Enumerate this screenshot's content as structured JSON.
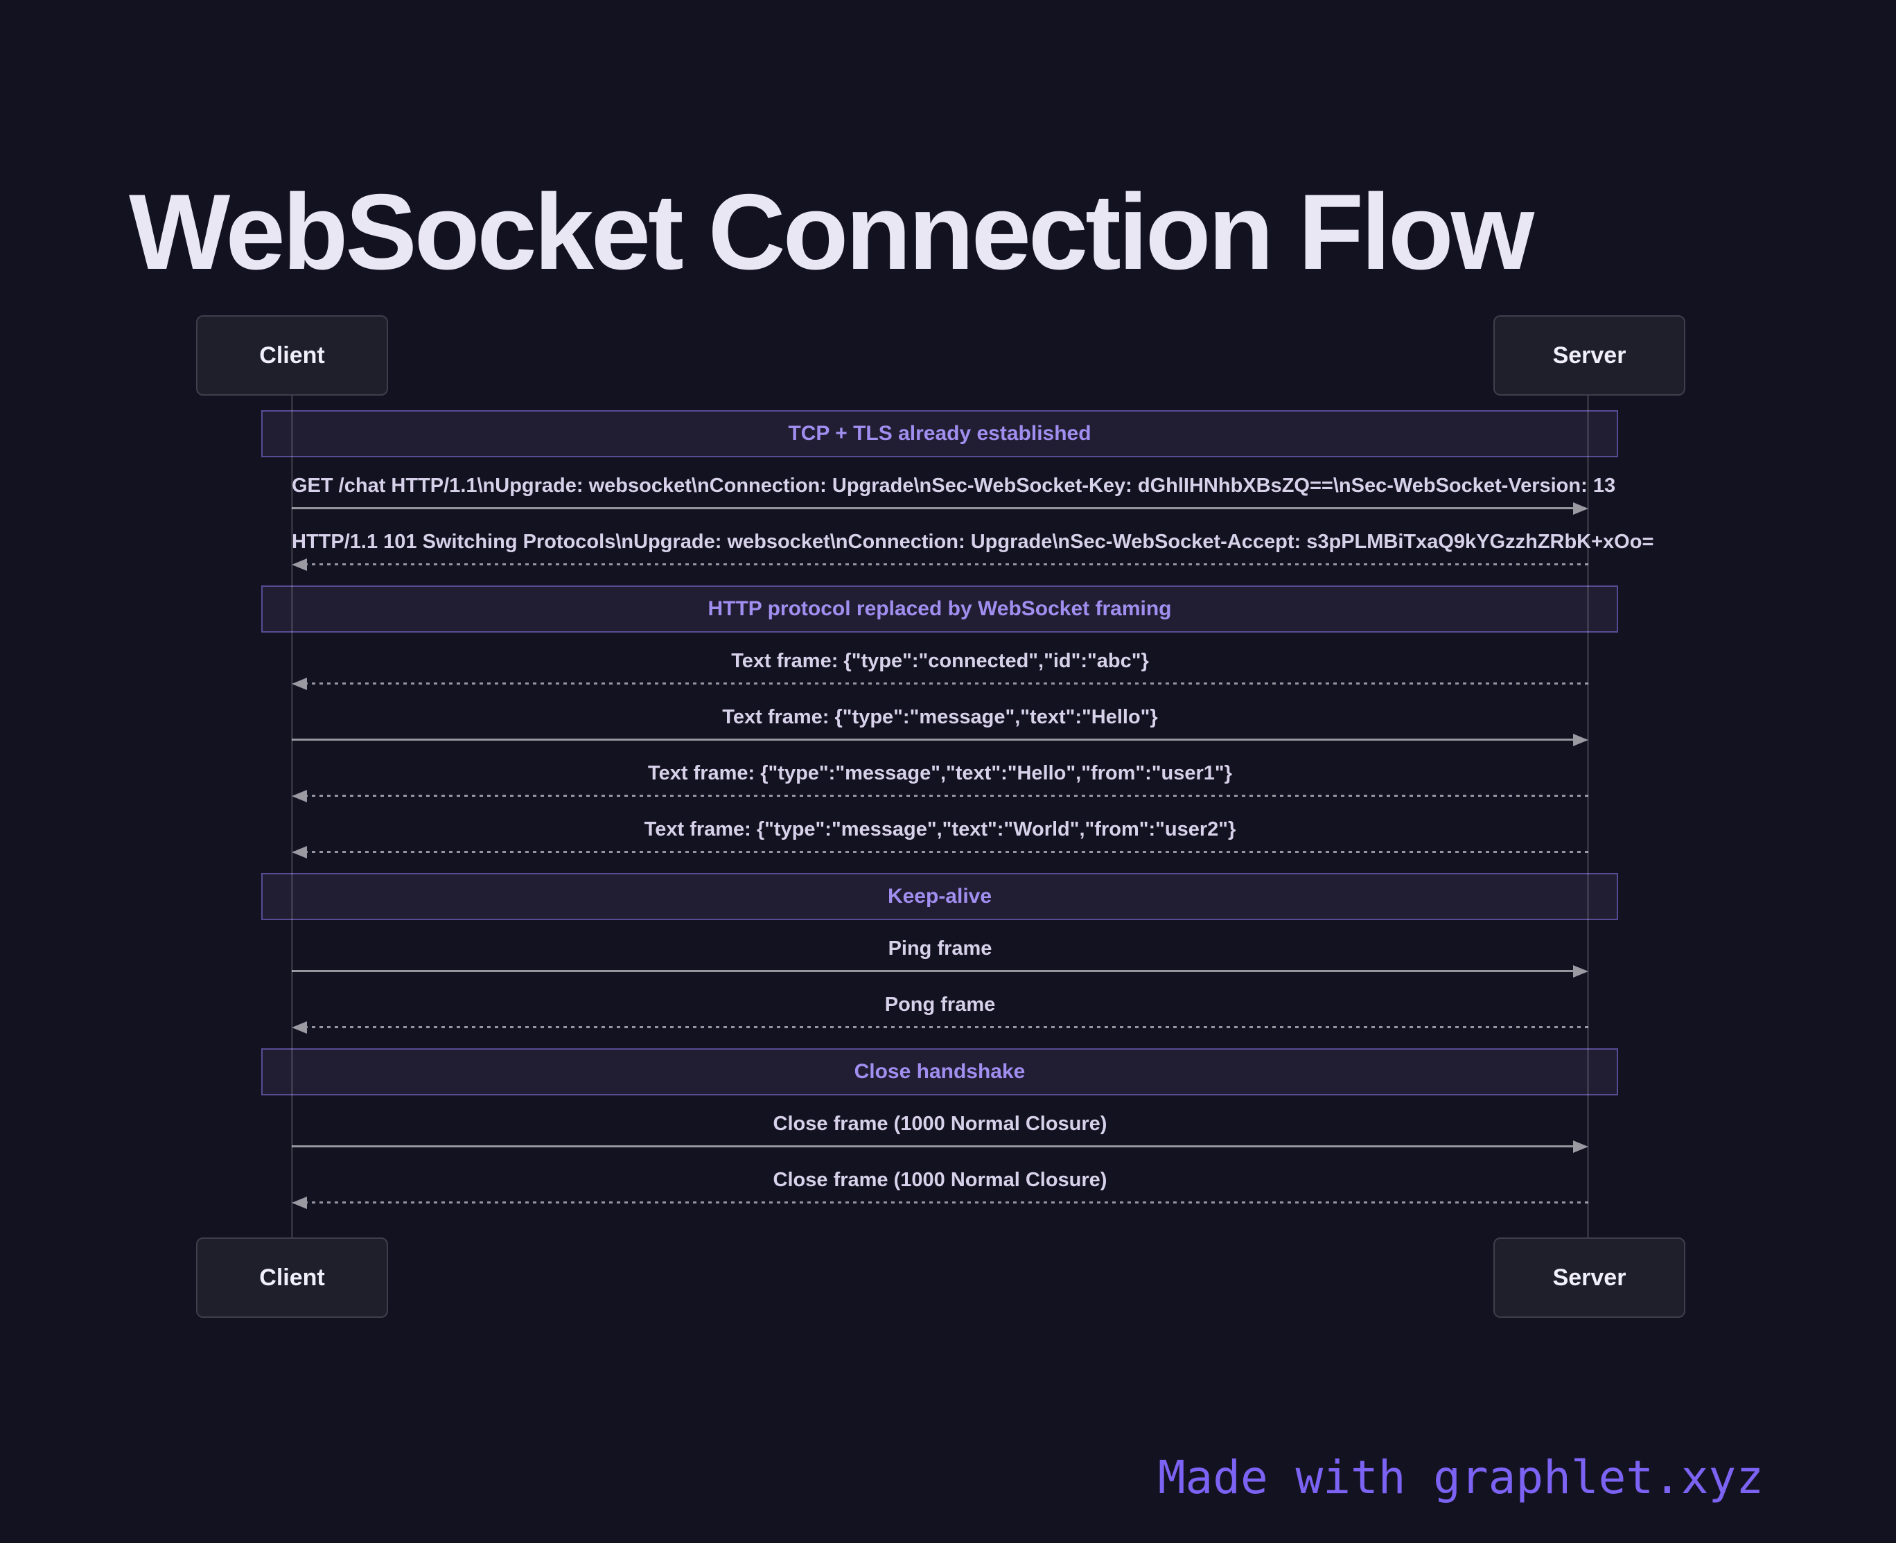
{
  "title": "WebSocket Connection Flow",
  "actors": {
    "client": "Client",
    "server": "Server"
  },
  "sequence": [
    {
      "kind": "banner",
      "label": "TCP + TLS already established"
    },
    {
      "kind": "message",
      "direction": "right",
      "line": "solid",
      "label": "GET /chat HTTP/1.1\\nUpgrade: websocket\\nConnection: Upgrade\\nSec-WebSocket-Key: dGhlIHNhbXBsZQ==\\nSec-WebSocket-Version: 13"
    },
    {
      "kind": "message",
      "direction": "left",
      "line": "dashed",
      "label": "HTTP/1.1 101 Switching Protocols\\nUpgrade: websocket\\nConnection: Upgrade\\nSec-WebSocket-Accept: s3pPLMBiTxaQ9kYGzzhZRbK+xOo="
    },
    {
      "kind": "banner",
      "label": "HTTP protocol replaced by WebSocket framing"
    },
    {
      "kind": "message",
      "direction": "left",
      "line": "dashed",
      "label": "Text frame: {\"type\":\"connected\",\"id\":\"abc\"}"
    },
    {
      "kind": "message",
      "direction": "right",
      "line": "solid",
      "label": "Text frame: {\"type\":\"message\",\"text\":\"Hello\"}"
    },
    {
      "kind": "message",
      "direction": "left",
      "line": "dashed",
      "label": "Text frame: {\"type\":\"message\",\"text\":\"Hello\",\"from\":\"user1\"}"
    },
    {
      "kind": "message",
      "direction": "left",
      "line": "dashed",
      "label": "Text frame: {\"type\":\"message\",\"text\":\"World\",\"from\":\"user2\"}"
    },
    {
      "kind": "banner",
      "label": "Keep-alive"
    },
    {
      "kind": "message",
      "direction": "right",
      "line": "solid",
      "label": "Ping frame"
    },
    {
      "kind": "message",
      "direction": "left",
      "line": "dashed",
      "label": "Pong frame"
    },
    {
      "kind": "banner",
      "label": "Close handshake"
    },
    {
      "kind": "message",
      "direction": "right",
      "line": "solid",
      "label": "Close frame (1000 Normal Closure)"
    },
    {
      "kind": "message",
      "direction": "left",
      "line": "dashed",
      "label": "Close frame (1000 Normal Closure)"
    }
  ],
  "footer": {
    "credit": "Made with graphlet.xyz"
  },
  "colors": {
    "background": "#131220",
    "title_text": "#eae7f5",
    "box_fill": "#1f1e2b",
    "box_border": "#3f3e4b",
    "box_text": "#f1effa",
    "banner_fill": "#211d33",
    "banner_border": "#574c94",
    "banner_text": "#a18ff0",
    "message_text": "#d7d1ea",
    "arrow": "#97969e",
    "arrowhead": "#9b9aa3",
    "accent_purple": "#7c63f3"
  }
}
